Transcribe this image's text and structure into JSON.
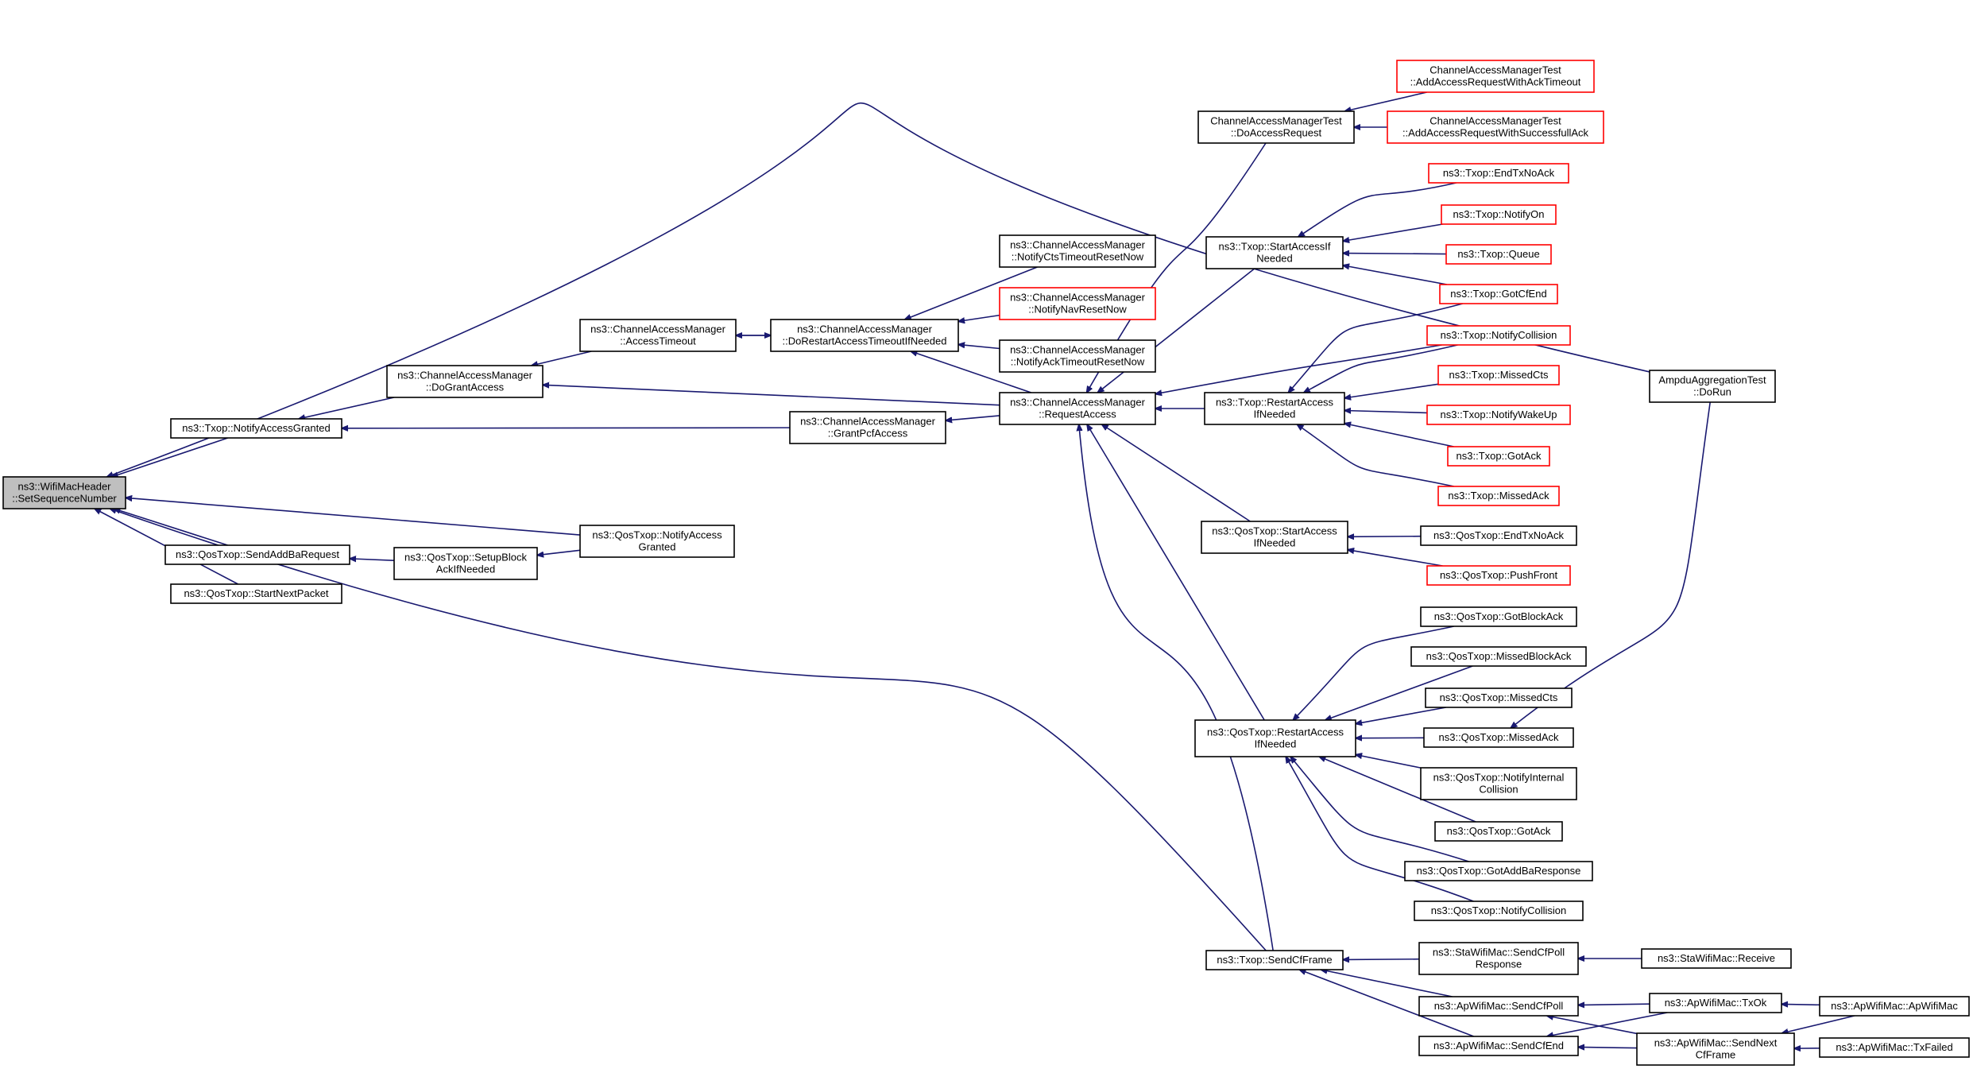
{
  "colors": {
    "edge": "#191970",
    "root_fill": "#bfbfbf",
    "truncated_border": "#ff0000",
    "normal_border": "#000000"
  },
  "nodes": [
    {
      "id": "root",
      "lines": [
        "ns3::WifiMacHeader",
        "::SetSequenceNumber"
      ],
      "style": "root"
    },
    {
      "id": "txop-notifyaccessgranted",
      "lines": [
        "ns3::Txop::NotifyAccessGranted"
      ],
      "style": "normal"
    },
    {
      "id": "qos-sendaddbarequest",
      "lines": [
        "ns3::QosTxop::SendAddBaRequest"
      ],
      "style": "normal"
    },
    {
      "id": "qos-startnextpacket",
      "lines": [
        "ns3::QosTxop::StartNextPacket"
      ],
      "style": "normal"
    },
    {
      "id": "cam-dograntaccess",
      "lines": [
        "ns3::ChannelAccessManager",
        "::DoGrantAccess"
      ],
      "style": "normal"
    },
    {
      "id": "qos-setupblockack",
      "lines": [
        "ns3::QosTxop::SetupBlock",
        "AckIfNeeded"
      ],
      "style": "normal"
    },
    {
      "id": "qos-notifyaccessgranted",
      "lines": [
        "ns3::QosTxop::NotifyAccess",
        "Granted"
      ],
      "style": "normal"
    },
    {
      "id": "cam-accesstimeout",
      "lines": [
        "ns3::ChannelAccessManager",
        "::AccessTimeout"
      ],
      "style": "normal"
    },
    {
      "id": "cam-grantpcfaccess",
      "lines": [
        "ns3::ChannelAccessManager",
        "::GrantPcfAccess"
      ],
      "style": "normal"
    },
    {
      "id": "cam-dorestart",
      "lines": [
        "ns3::ChannelAccessManager",
        "::DoRestartAccessTimeoutIfNeeded"
      ],
      "style": "normal"
    },
    {
      "id": "cam-notifycts",
      "lines": [
        "ns3::ChannelAccessManager",
        "::NotifyCtsTimeoutResetNow"
      ],
      "style": "normal"
    },
    {
      "id": "cam-notifynav",
      "lines": [
        "ns3::ChannelAccessManager",
        "::NotifyNavResetNow"
      ],
      "style": "trunc"
    },
    {
      "id": "cam-notifyack",
      "lines": [
        "ns3::ChannelAccessManager",
        "::NotifyAckTimeoutResetNow"
      ],
      "style": "normal"
    },
    {
      "id": "cam-requestaccess",
      "lines": [
        "ns3::ChannelAccessManager",
        "::RequestAccess"
      ],
      "style": "normal"
    },
    {
      "id": "camt-doaccessrequest",
      "lines": [
        "ChannelAccessManagerTest",
        "::DoAccessRequest"
      ],
      "style": "normal"
    },
    {
      "id": "txop-startaccess",
      "lines": [
        "ns3::Txop::StartAccessIf",
        "Needed"
      ],
      "style": "normal"
    },
    {
      "id": "txop-restartaccess",
      "lines": [
        "ns3::Txop::RestartAccess",
        "IfNeeded"
      ],
      "style": "normal"
    },
    {
      "id": "qos-startaccess",
      "lines": [
        "ns3::QosTxop::StartAccess",
        "IfNeeded"
      ],
      "style": "normal"
    },
    {
      "id": "qos-restartaccess",
      "lines": [
        "ns3::QosTxop::RestartAccess",
        "IfNeeded"
      ],
      "style": "normal"
    },
    {
      "id": "txop-sendcfframe",
      "lines": [
        "ns3::Txop::SendCfFrame"
      ],
      "style": "normal"
    },
    {
      "id": "camt-ackto",
      "lines": [
        "ChannelAccessManagerTest",
        "::AddAccessRequestWithAckTimeout"
      ],
      "style": "trunc"
    },
    {
      "id": "camt-successack",
      "lines": [
        "ChannelAccessManagerTest",
        "::AddAccessRequestWithSuccessfullAck"
      ],
      "style": "trunc"
    },
    {
      "id": "txop-endtxnoack",
      "lines": [
        "ns3::Txop::EndTxNoAck"
      ],
      "style": "trunc"
    },
    {
      "id": "txop-notifyon",
      "lines": [
        "ns3::Txop::NotifyOn"
      ],
      "style": "trunc"
    },
    {
      "id": "txop-queue",
      "lines": [
        "ns3::Txop::Queue"
      ],
      "style": "trunc"
    },
    {
      "id": "txop-gotcfend",
      "lines": [
        "ns3::Txop::GotCfEnd"
      ],
      "style": "trunc"
    },
    {
      "id": "txop-notifycollision",
      "lines": [
        "ns3::Txop::NotifyCollision"
      ],
      "style": "trunc"
    },
    {
      "id": "txop-missedcts",
      "lines": [
        "ns3::Txop::MissedCts"
      ],
      "style": "trunc"
    },
    {
      "id": "txop-notifywakeup",
      "lines": [
        "ns3::Txop::NotifyWakeUp"
      ],
      "style": "trunc"
    },
    {
      "id": "txop-gotack",
      "lines": [
        "ns3::Txop::GotAck"
      ],
      "style": "trunc"
    },
    {
      "id": "txop-missedack",
      "lines": [
        "ns3::Txop::MissedAck"
      ],
      "style": "trunc"
    },
    {
      "id": "qos-endtxnoack",
      "lines": [
        "ns3::QosTxop::EndTxNoAck"
      ],
      "style": "normal"
    },
    {
      "id": "qos-pushfront",
      "lines": [
        "ns3::QosTxop::PushFront"
      ],
      "style": "trunc"
    },
    {
      "id": "qos-gotblockack",
      "lines": [
        "ns3::QosTxop::GotBlockAck"
      ],
      "style": "normal"
    },
    {
      "id": "qos-missedblockack",
      "lines": [
        "ns3::QosTxop::MissedBlockAck"
      ],
      "style": "normal"
    },
    {
      "id": "qos-missedcts",
      "lines": [
        "ns3::QosTxop::MissedCts"
      ],
      "style": "normal"
    },
    {
      "id": "qos-missedack",
      "lines": [
        "ns3::QosTxop::MissedAck"
      ],
      "style": "normal"
    },
    {
      "id": "qos-notifyinternal",
      "lines": [
        "ns3::QosTxop::NotifyInternal",
        "Collision"
      ],
      "style": "normal"
    },
    {
      "id": "qos-gotack",
      "lines": [
        "ns3::QosTxop::GotAck"
      ],
      "style": "normal"
    },
    {
      "id": "qos-gotaddbaresponse",
      "lines": [
        "ns3::QosTxop::GotAddBaResponse"
      ],
      "style": "normal"
    },
    {
      "id": "qos-notifycollision",
      "lines": [
        "ns3::QosTxop::NotifyCollision"
      ],
      "style": "normal"
    },
    {
      "id": "sta-sendcfpoll",
      "lines": [
        "ns3::StaWifiMac::SendCfPoll",
        "Response"
      ],
      "style": "normal"
    },
    {
      "id": "ap-sendcfpoll",
      "lines": [
        "ns3::ApWifiMac::SendCfPoll"
      ],
      "style": "normal"
    },
    {
      "id": "ap-sendcfend",
      "lines": [
        "ns3::ApWifiMac::SendCfEnd"
      ],
      "style": "normal"
    },
    {
      "id": "sta-receive",
      "lines": [
        "ns3::StaWifiMac::Receive"
      ],
      "style": "normal"
    },
    {
      "id": "ap-txok",
      "lines": [
        "ns3::ApWifiMac::TxOk"
      ],
      "style": "normal"
    },
    {
      "id": "ap-sendnextcf",
      "lines": [
        "ns3::ApWifiMac::SendNext",
        "CfFrame"
      ],
      "style": "normal"
    },
    {
      "id": "ap-apwifimac",
      "lines": [
        "ns3::ApWifiMac::ApWifiMac"
      ],
      "style": "normal"
    },
    {
      "id": "ap-txfailed",
      "lines": [
        "ns3::ApWifiMac::TxFailed"
      ],
      "style": "normal"
    },
    {
      "id": "ampdu-dorun",
      "lines": [
        "AmpduAggregationTest",
        "::DoRun"
      ],
      "style": "normal"
    }
  ]
}
